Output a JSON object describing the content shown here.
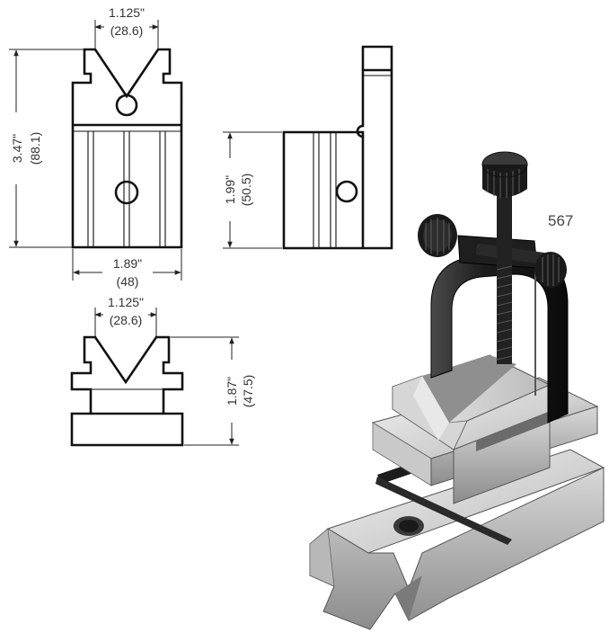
{
  "model_number": "567",
  "front_view": {
    "top_width": {
      "inch": "1.125\"",
      "mm": "(28.6)"
    },
    "height": {
      "inch": "3.47\"",
      "mm": "(88.1)"
    },
    "base_width": {
      "inch": "1.89\"",
      "mm": "(48)"
    }
  },
  "side_view": {
    "height": {
      "inch": "1.99\"",
      "mm": "(50.5)"
    }
  },
  "end_view": {
    "top_width": {
      "inch": "1.125\"",
      "mm": "(28.6)"
    },
    "height": {
      "inch": "1.87\"",
      "mm": "(47.5)"
    }
  },
  "colors": {
    "line": "#111111",
    "text": "#333333",
    "steel_light": "#e4e4e4",
    "steel_dark": "#262626"
  }
}
